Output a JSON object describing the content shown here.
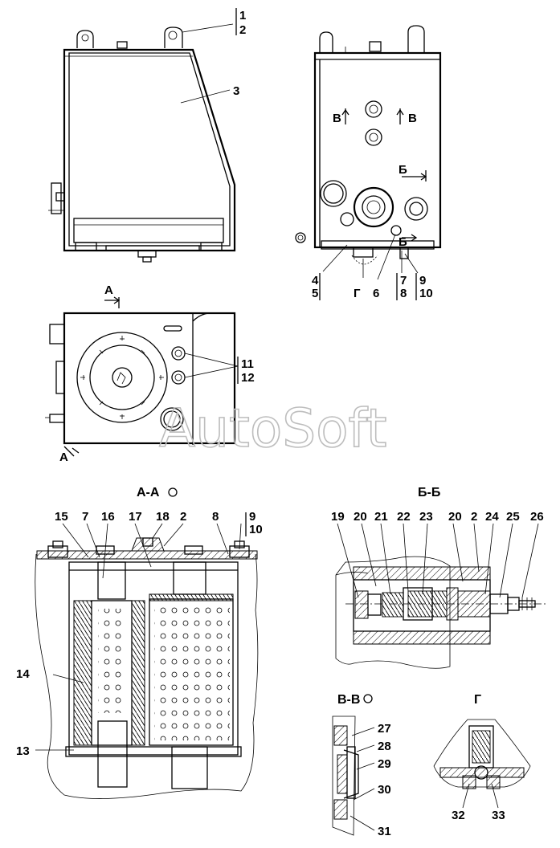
{
  "watermark": "AutoSoft",
  "section_titles": {
    "a_a": "А-А",
    "b_b": "Б-Б",
    "v_v": "В-В",
    "g": "Г"
  },
  "view_markers": {
    "a_top": "А",
    "a_bottom": "А",
    "b_top": "Б",
    "b_bottom": "Б",
    "v_left": "В",
    "v_right": "В",
    "g": "Г"
  },
  "callouts": [
    "1",
    "2",
    "3",
    "4",
    "5",
    "6",
    "7",
    "8",
    "9",
    "10",
    "11",
    "12",
    "13",
    "14",
    "15",
    "16",
    "17",
    "18",
    "19",
    "20",
    "21",
    "22",
    "23",
    "24",
    "25",
    "26",
    "27",
    "28",
    "29",
    "30",
    "31",
    "32",
    "33"
  ],
  "callouts_repeated": {
    "aa_2": "2",
    "aa_7": "7",
    "aa_8": "8",
    "aa_9": "9",
    "aa_10": "10",
    "bb_20b": "20",
    "bb_2": "2"
  }
}
